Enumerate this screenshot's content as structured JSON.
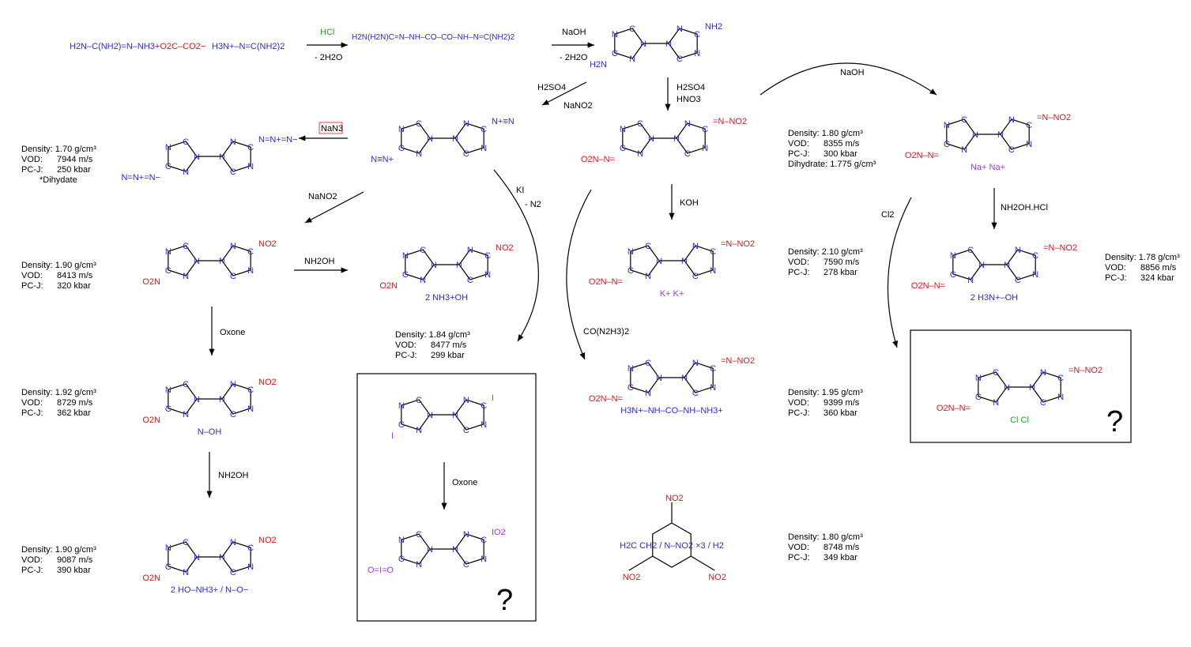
{
  "ring_atoms": [
    "N",
    "N",
    "C",
    "N",
    "C"
  ],
  "reagents": {
    "hcl": "HCl",
    "minus_2h2o_a": "- 2H2O",
    "naoh_1": "NaOH",
    "minus_2h2o_b": "- 2H2O",
    "h2so4_a": "H2SO4",
    "nano2_a": "NaNO2",
    "h2so4_b": "H2SO4",
    "hno3": "HNO3",
    "naoh_2": "NaOH",
    "nan3": "NaN3",
    "nano2_b": "NaNO2",
    "ki": "KI",
    "minus_n2": "- N2",
    "nh2oh_a": "NH2OH",
    "oxone_a": "Oxone",
    "nh2oh_b": "NH2OH",
    "oxone_b": "Oxone",
    "koh": "KOH",
    "carbohydrazide": "CO(N2H3)2",
    "cl2": "Cl2",
    "nh2oh_hcl": "NH2OH.HCl"
  },
  "starting": {
    "aminoguanidinium": "H2N–C(NH2)=N–NH3+",
    "oxalate": "−O2C–CO2−",
    "aminoguanidinium2": "H3N+–N=C(NH2)2",
    "bis_amide": "H2N(H2N)C=N–NH–CO–CO–NH–N=C(NH2)2"
  },
  "molecules": [
    {
      "left": "H2N",
      "right": "NH2",
      "extra": ""
    },
    {
      "left": "N≡N+",
      "right": "N+≡N",
      "extra": ""
    },
    {
      "left": "N=N+=N−",
      "right": "N=N+=N−",
      "extra": ""
    },
    {
      "left": "O2N",
      "right": "NO2",
      "extra": ""
    },
    {
      "left": "O2N",
      "right": "NO2",
      "extra": "2 NH3+OH"
    },
    {
      "left": "O2N",
      "right": "NO2",
      "extra": "N–OH"
    },
    {
      "left": "O2N",
      "right": "NO2",
      "extra": "2 HO–NH3+ / N–O−"
    },
    {
      "left": "I",
      "right": "I",
      "extra": ""
    },
    {
      "left": "O=I=O",
      "right": "IO2",
      "extra": ""
    },
    {
      "left": "O2N–N=",
      "right": "=N–NO2",
      "extra": ""
    },
    {
      "left": "O2N–N=",
      "right": "=N–NO2",
      "extra": "K+  K+"
    },
    {
      "left": "O2N–N=",
      "right": "=N–NO2",
      "extra": "H3N+–NH–CO–NH–NH3+"
    },
    {
      "left": "O2N–N=",
      "right": "=N–NO2",
      "extra": "Na+  Na+"
    },
    {
      "left": "O2N–N=",
      "right": "=N–NO2",
      "extra": "2 H3N+–OH"
    },
    {
      "left": "O2N–N=",
      "right": "=N–NO2",
      "extra": "Cl  Cl"
    }
  ],
  "rdx": {
    "label": "H2C  CH2 / N–NO2 ×3 / H2",
    "groups": [
      "NO2",
      "NO2",
      "NO2"
    ]
  },
  "properties": [
    {
      "density": "Density:  1.70 g/cm³",
      "vod_label": "VOD:",
      "vod": "7944 m/s",
      "p_label": "PC-J:",
      "p": "250 kbar",
      "note": "*Dihydate"
    },
    {
      "density": "Density:  1.90 g/cm³",
      "vod_label": "VOD:",
      "vod": "8413 m/s",
      "p_label": "PC-J:",
      "p": "320 kbar",
      "note": ""
    },
    {
      "density": "Density:  1.92 g/cm³",
      "vod_label": "VOD:",
      "vod": "8729 m/s",
      "p_label": "PC-J:",
      "p": "362 kbar",
      "note": ""
    },
    {
      "density": "Density:  1.90 g/cm³",
      "vod_label": "VOD:",
      "vod": "9087 m/s",
      "p_label": "PC-J:",
      "p": "390 kbar",
      "note": ""
    },
    {
      "density": "Density:  1.84 g/cm³",
      "vod_label": "VOD:",
      "vod": "8477 m/s",
      "p_label": "PC-J:",
      "p": "299 kbar",
      "note": ""
    },
    {
      "density": "Density:  1.80 g/cm³",
      "vod_label": "VOD:",
      "vod": "8355 m/s",
      "p_label": "PC-J:",
      "p": "300 kbar",
      "note": "Dihydrate: 1.775 g/cm³"
    },
    {
      "density": "Density:  2.10 g/cm³",
      "vod_label": "VOD:",
      "vod": "7590 m/s",
      "p_label": "PC-J:",
      "p": "278 kbar",
      "note": ""
    },
    {
      "density": "Density:  1.95 g/cm³",
      "vod_label": "VOD:",
      "vod": "9399 m/s",
      "p_label": "PC-J:",
      "p": "360 kbar",
      "note": ""
    },
    {
      "density": "Density:  1.80 g/cm³",
      "vod_label": "VOD:",
      "vod": "8748 m/s",
      "p_label": "PC-J:",
      "p": "349 kbar",
      "note": ""
    },
    {
      "density": "Density:  1.78 g/cm³",
      "vod_label": "VOD:",
      "vod": "8856 m/s",
      "p_label": "PC-J:",
      "p": "324 kbar",
      "note": ""
    }
  ],
  "unknown_mark": "?"
}
